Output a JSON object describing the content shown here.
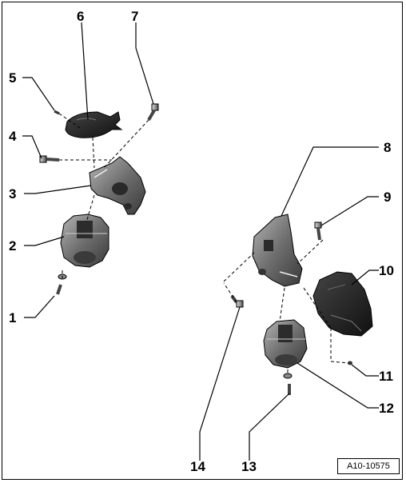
{
  "callouts": {
    "c1": "1",
    "c2": "2",
    "c3": "3",
    "c4": "4",
    "c5": "5",
    "c6": "6",
    "c7": "7",
    "c8": "8",
    "c9": "9",
    "c10": "10",
    "c11": "11",
    "c12": "12",
    "c13": "13",
    "c14": "14"
  },
  "reference_code": "A10-10575",
  "colors": {
    "part_dark": "#1e1e1e",
    "part_mid": "#5a5a5a",
    "part_light": "#9a9a9a",
    "line": "#000000"
  }
}
